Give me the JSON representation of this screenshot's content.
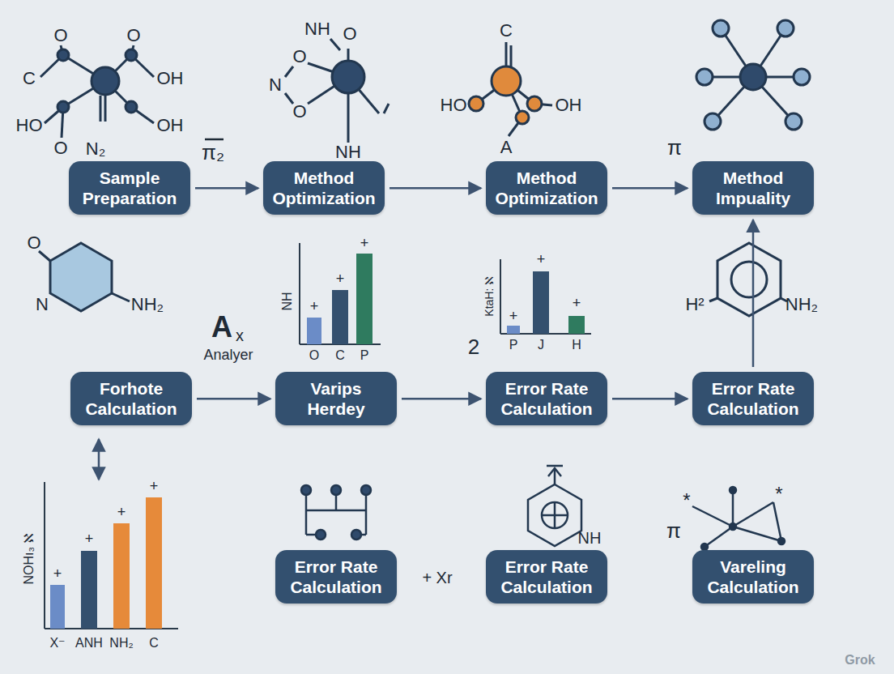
{
  "diagram": {
    "nodes": [
      {
        "text": [
          "Sample Preparation"
        ]
      },
      {
        "text": [
          "Method Optimization"
        ]
      },
      {
        "text": [
          "Method Optimization"
        ]
      },
      {
        "text": [
          "Method Impuality"
        ]
      },
      {
        "text": [
          "Forhote Calculation"
        ]
      },
      {
        "text": [
          "Varips Herdey"
        ]
      },
      {
        "text": [
          "Error Rate Calculation"
        ]
      },
      {
        "text": [
          "Error Rate Calculation"
        ]
      },
      {
        "text": [
          "Error Rate Calculation"
        ]
      },
      {
        "text": [
          "Error Rate Calculation"
        ]
      },
      {
        "text": [
          "Vareling Calculation"
        ]
      }
    ],
    "edges": [
      {
        "from": 0,
        "to": 1,
        "arrow": "to"
      },
      {
        "from": 1,
        "to": 2,
        "arrow": "to"
      },
      {
        "from": 2,
        "to": 3,
        "arrow": "to"
      },
      {
        "from": 4,
        "to": 5,
        "arrow": "to"
      },
      {
        "from": 5,
        "to": 6,
        "arrow": "to"
      },
      {
        "from": 6,
        "to": 7,
        "arrow": "to"
      },
      {
        "from": 7,
        "to": 3,
        "arrow": "to"
      }
    ],
    "labels": [
      "O",
      "O",
      "C",
      "OH",
      "HO",
      "OH",
      "O",
      "N₂",
      "O",
      "NH",
      "N",
      "O",
      "O",
      "NH",
      "π₂",
      "C",
      "HO",
      "OH",
      "A",
      "π",
      "O",
      "N",
      "NH₂",
      "A",
      "x",
      "Analyer",
      "NH",
      "O",
      "C",
      "P",
      "+",
      "+",
      "+",
      "2",
      "KtaH: ℵ",
      "P",
      "J",
      "H",
      "+",
      "+",
      "+",
      "H²",
      "NH₂",
      "NOHı₃ ℵ",
      "X⁻",
      "ANH",
      "NH₂",
      "C",
      "+",
      "+",
      "+",
      "+",
      "+ Xr",
      "NH",
      "*",
      "*",
      "π",
      "Grok"
    ]
  }
}
